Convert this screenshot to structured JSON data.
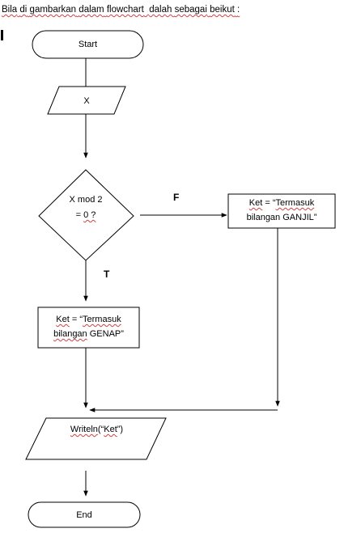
{
  "intro": {
    "word1": "Bila",
    "word2": "di",
    "word3": "gambarkan",
    "word4": "dalam",
    "word5": "flowchart",
    "word6": "dalah",
    "word7": "sebagai",
    "word8": "beikut",
    "word9": ":"
  },
  "flowchart": {
    "start": "Start",
    "input": "X",
    "decision_line1": "X mod 2",
    "decision_line2_a": "= ",
    "decision_line2_b": "0 ?",
    "false_label": "F",
    "true_label": "T",
    "ganjil_line1_a": "Ket",
    "ganjil_line1_b": " = “",
    "ganjil_line1_c": "Termasuk",
    "ganjil_line2": "bilangan GANJIL”",
    "genap_line1_a": "Ket",
    "genap_line1_b": " = “",
    "genap_line1_c": "Termasuk",
    "genap_line2_a": "bilangan",
    "genap_line2_b": " GENAP”",
    "output_a": "Writeln",
    "output_b": "(“",
    "output_c": "Ket",
    "output_d": "”)",
    "end": "End"
  }
}
